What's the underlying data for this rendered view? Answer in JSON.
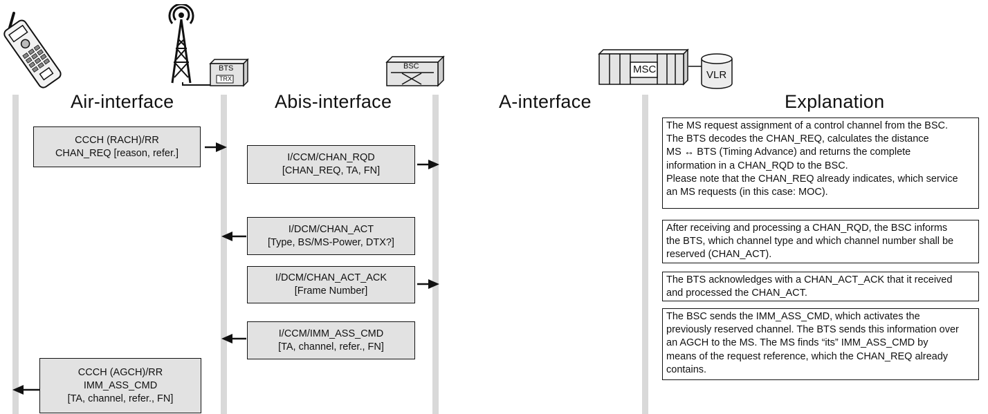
{
  "headings": {
    "air": "Air-interface",
    "abis": "Abis-interface",
    "a": "A-interface",
    "explanation": "Explanation"
  },
  "equipment": {
    "bts": "BTS",
    "trx": "TRX",
    "bsc": "BSC",
    "msc": "MSC",
    "vlr": "VLR"
  },
  "messages": [
    {
      "id": "m1",
      "lines": [
        "CCCH (RACH)/RR",
        "CHAN_REQ [reason, refer.]"
      ],
      "direction": "right"
    },
    {
      "id": "m2",
      "lines": [
        "I/CCM/CHAN_RQD",
        "[CHAN_REQ, TA, FN]"
      ],
      "direction": "right"
    },
    {
      "id": "m3",
      "lines": [
        "I/DCM/CHAN_ACT",
        "[Type, BS/MS-Power, DTX?]"
      ],
      "direction": "left"
    },
    {
      "id": "m4",
      "lines": [
        "I/DCM/CHAN_ACT_ACK",
        "[Frame Number]"
      ],
      "direction": "right"
    },
    {
      "id": "m5",
      "lines": [
        "I/CCM/IMM_ASS_CMD",
        "[TA, channel, refer., FN]"
      ],
      "direction": "left"
    },
    {
      "id": "m6",
      "lines": [
        "CCCH (AGCH)/RR",
        "IMM_ASS_CMD",
        "[TA, channel, refer., FN]"
      ],
      "direction": "left"
    }
  ],
  "explanations": [
    "The MS request assignment of a control channel from the BSC.\nThe BTS decodes the CHAN_REQ, calculates the distance\nMS ↔ BTS (Timing Advance) and returns the complete\ninformation in a CHAN_RQD to the BSC.\nPlease note that the CHAN_REQ already indicates, which service\nan MS requests (in this case: MOC).",
    "After receiving and processing a CHAN_RQD, the BSC informs\nthe BTS, which channel type and which channel number shall be\nreserved (CHAN_ACT).",
    "The BTS acknowledges with a CHAN_ACT_ACK that it received\nand processed the CHAN_ACT.",
    "The BSC sends the IMM_ASS_CMD, which activates the\npreviously reserved channel. The BTS sends this information over\nan AGCH to the MS. The MS finds “its” IMM_ASS_CMD by\nmeans of the request reference, which the CHAN_REQ already\ncontains."
  ]
}
